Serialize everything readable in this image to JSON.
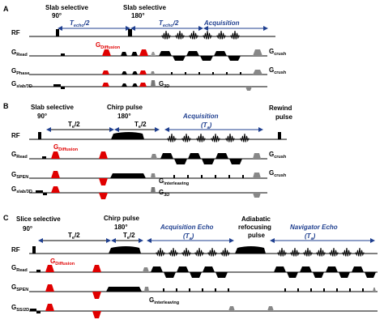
{
  "panels": [
    {
      "letter": "A",
      "top_labels": {
        "slab1": "Slab selective",
        "deg1": "90°",
        "slab2": "Slab selective",
        "deg2": "180°"
      },
      "arrow_labels": {
        "te1": "T",
        "te1_sub": "echo",
        "te1_tail": "/2",
        "te2": "T",
        "te2_sub": "echo",
        "te2_tail": "/2"
      },
      "acq": "Acquisition",
      "rows": {
        "rf": "RF",
        "read": "G",
        "read_sub": "Read",
        "phase": "G",
        "phase_sub": "Phase",
        "slab": "G",
        "slab_sub": "slab/3D"
      },
      "right": {
        "crush1": "G",
        "crush1_sub": "crush",
        "crush2": "G",
        "crush2_sub": "crush"
      },
      "inline": {
        "diffusion": "G",
        "diffusion_sub": "Diffusion",
        "g3d": "G",
        "g3d_sub": "3D"
      }
    },
    {
      "letter": "B",
      "top_labels": {
        "slab1": "Slab selective",
        "deg1": "90°",
        "chirp": "Chirp pulse",
        "deg2": "180°",
        "rewind1": "Rewind",
        "rewind2": "pulse"
      },
      "arrow_labels": {
        "te1": "T",
        "te1_sub": "e",
        "te1_tail": "/2",
        "te2": "T",
        "te2_sub": "e",
        "te2_tail": "/2"
      },
      "acq": "Acquisition",
      "acq2": "(T",
      "acq2_sub": "a",
      "acq2_tail": ")",
      "rows": {
        "rf": "RF",
        "read": "G",
        "read_sub": "Read",
        "spen": "G",
        "spen_sub": "SPEN",
        "slab": "G",
        "slab_sub": "slab/3D"
      },
      "right": {
        "crush1": "G",
        "crush1_sub": "crush",
        "crush2": "G",
        "crush2_sub": "crush"
      },
      "inline": {
        "diffusion": "G",
        "diffusion_sub": "Diffusion",
        "interleaving": "G",
        "interleaving_sub": "interleaving",
        "g3d": "G",
        "g3d_sub": "3D"
      }
    },
    {
      "letter": "C",
      "top_labels": {
        "slice": "Slice selective",
        "deg1": "90°",
        "chirp": "Chirp pulse",
        "deg2": "180°",
        "adiab1": "Adiabatic",
        "adiab2": "refocusing",
        "adiab3": "pulse"
      },
      "arrow_labels": {
        "te1": "T",
        "te1_sub": "e",
        "te1_tail": "/2",
        "te2": "T",
        "te2_sub": "e",
        "te2_tail": "/2"
      },
      "acq": "Acquisition Echo",
      "acq2": "(T",
      "acq2_sub": "a",
      "acq2_tail": ")",
      "nav": "Navigator Echo",
      "nav2": "(T",
      "nav2_sub": "a",
      "nav2_tail": ")",
      "rows": {
        "rf": "RF",
        "read": "G",
        "read_sub": "Read",
        "spen": "G",
        "spen_sub": "SPEN",
        "ss": "G",
        "ss_sub": "SS/2D"
      },
      "inline": {
        "diffusion": "G",
        "diffusion_sub": "Diffusion",
        "interleaving": "G",
        "interleaving_sub": "interleaving"
      }
    }
  ],
  "colors": {
    "black": "#000000",
    "red": "#e00000",
    "gray": "#9a9a9a",
    "blue": "#1f3f8f"
  }
}
